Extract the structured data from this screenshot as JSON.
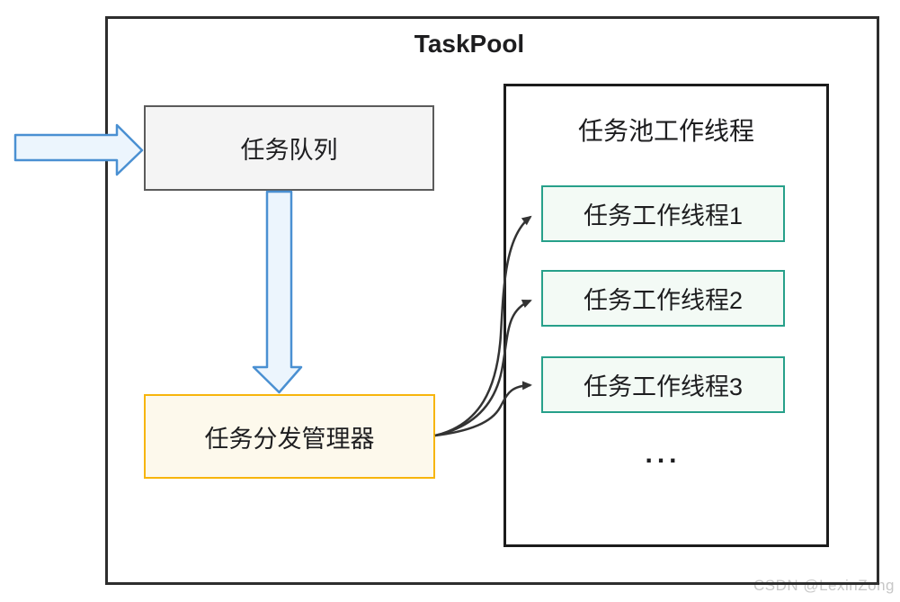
{
  "diagram": {
    "title": "TaskPool",
    "task_queue": {
      "label": "任务队列"
    },
    "dispatch_manager": {
      "label": "任务分发管理器"
    },
    "worker_panel": {
      "title": "任务池工作线程",
      "workers": [
        {
          "label": "任务工作线程1"
        },
        {
          "label": "任务工作线程2"
        },
        {
          "label": "任务工作线程3"
        }
      ],
      "ellipsis": "..."
    },
    "flow": {
      "input_arrow": "into-task-queue",
      "queue_to_manager_arrow": "task-queue-to-dispatch-manager",
      "manager_to_workers_arrows": [
        "dispatch-manager-to-worker-1",
        "dispatch-manager-to-worker-2",
        "dispatch-manager-to-worker-3"
      ]
    },
    "watermark": "CSDN @LexinZong",
    "colors": {
      "outer_border": "#2d2d2d",
      "panel_border": "#1c1c1c",
      "queue_fill": "#f4f4f4",
      "queue_border": "#5b5b5b",
      "manager_fill": "#fdf9ec",
      "manager_border": "#f7b50c",
      "worker_fill": "#f3faf5",
      "worker_border": "#27a08a",
      "block_arrow_fill": "#ecf5fd",
      "block_arrow_stroke": "#4a90d2",
      "connector_stroke": "#333333",
      "watermark_color": "#c7c7c7",
      "text_color": "#1d1d1f"
    }
  }
}
